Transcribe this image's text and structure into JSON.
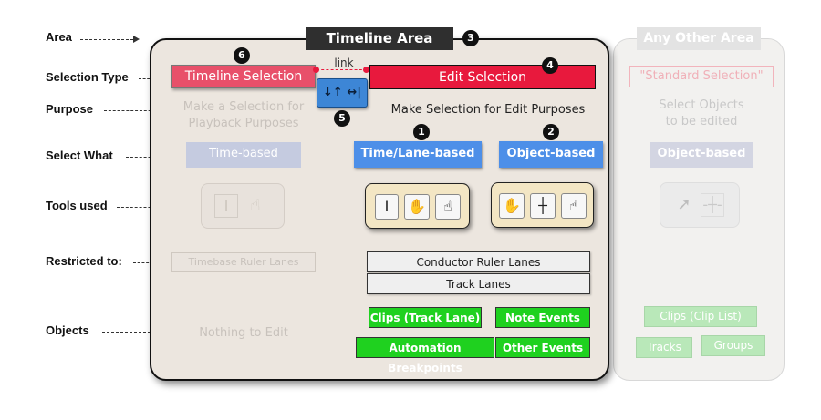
{
  "row_labels": {
    "area": "Area",
    "selection_type": "Selection Type",
    "purpose": "Purpose",
    "select_what": "Select What",
    "tools_used": "Tools used",
    "restricted_to": "Restricted to:",
    "objects": "Objects"
  },
  "timeline_area": {
    "title": "Timeline Area",
    "title_badge": "3",
    "timeline_selection": "Timeline Selection",
    "timeline_badge": "6",
    "edit_selection": "Edit Selection",
    "edit_badge": "4",
    "link_label": "link",
    "link_button_badge": "5",
    "link_button_glyph": "↓↑ ↔|",
    "timeline_purpose_line1": "Make a Selection for",
    "timeline_purpose_line2": "Playback Purposes",
    "edit_purpose": "Make Selection for Edit Purposes",
    "time_based": "Time-based",
    "time_lane_based": "Time/Lane-based",
    "time_lane_badge": "1",
    "object_based": "Object-based",
    "object_badge": "2",
    "timebase_ruler_lanes": "Timebase Ruler Lanes",
    "conductor_ruler_lanes": "Conductor Ruler Lanes",
    "track_lanes": "Track Lanes",
    "nothing_to_edit": "Nothing to Edit",
    "clips_track_lane": "Clips (Track Lane)",
    "note_events": "Note Events",
    "automation_breakpoints": "Automation Breakpoints",
    "other_events": "Other Events"
  },
  "other_area": {
    "title": "Any Other Area",
    "standard_selection": "\"Standard Selection\"",
    "purpose_line1": "Select Objects",
    "purpose_line2": "to be edited",
    "object_based": "Object-based",
    "clips_clip_list": "Clips (Clip List)",
    "tracks": "Tracks",
    "groups": "Groups"
  },
  "icons": [
    "i-beam-icon",
    "hand-pointer-icon",
    "hand-grab-icon",
    "marquee-hand-icon",
    "crosshair-icon",
    "arrow-pointer-icon"
  ],
  "colors": {
    "edit_red": "#e8193d",
    "timeline_pink": "#e8506a",
    "blue": "#4d8fe8",
    "green": "#1fd11f",
    "panel_bg": "#ece6df",
    "header_dark": "#2f2f2f"
  }
}
